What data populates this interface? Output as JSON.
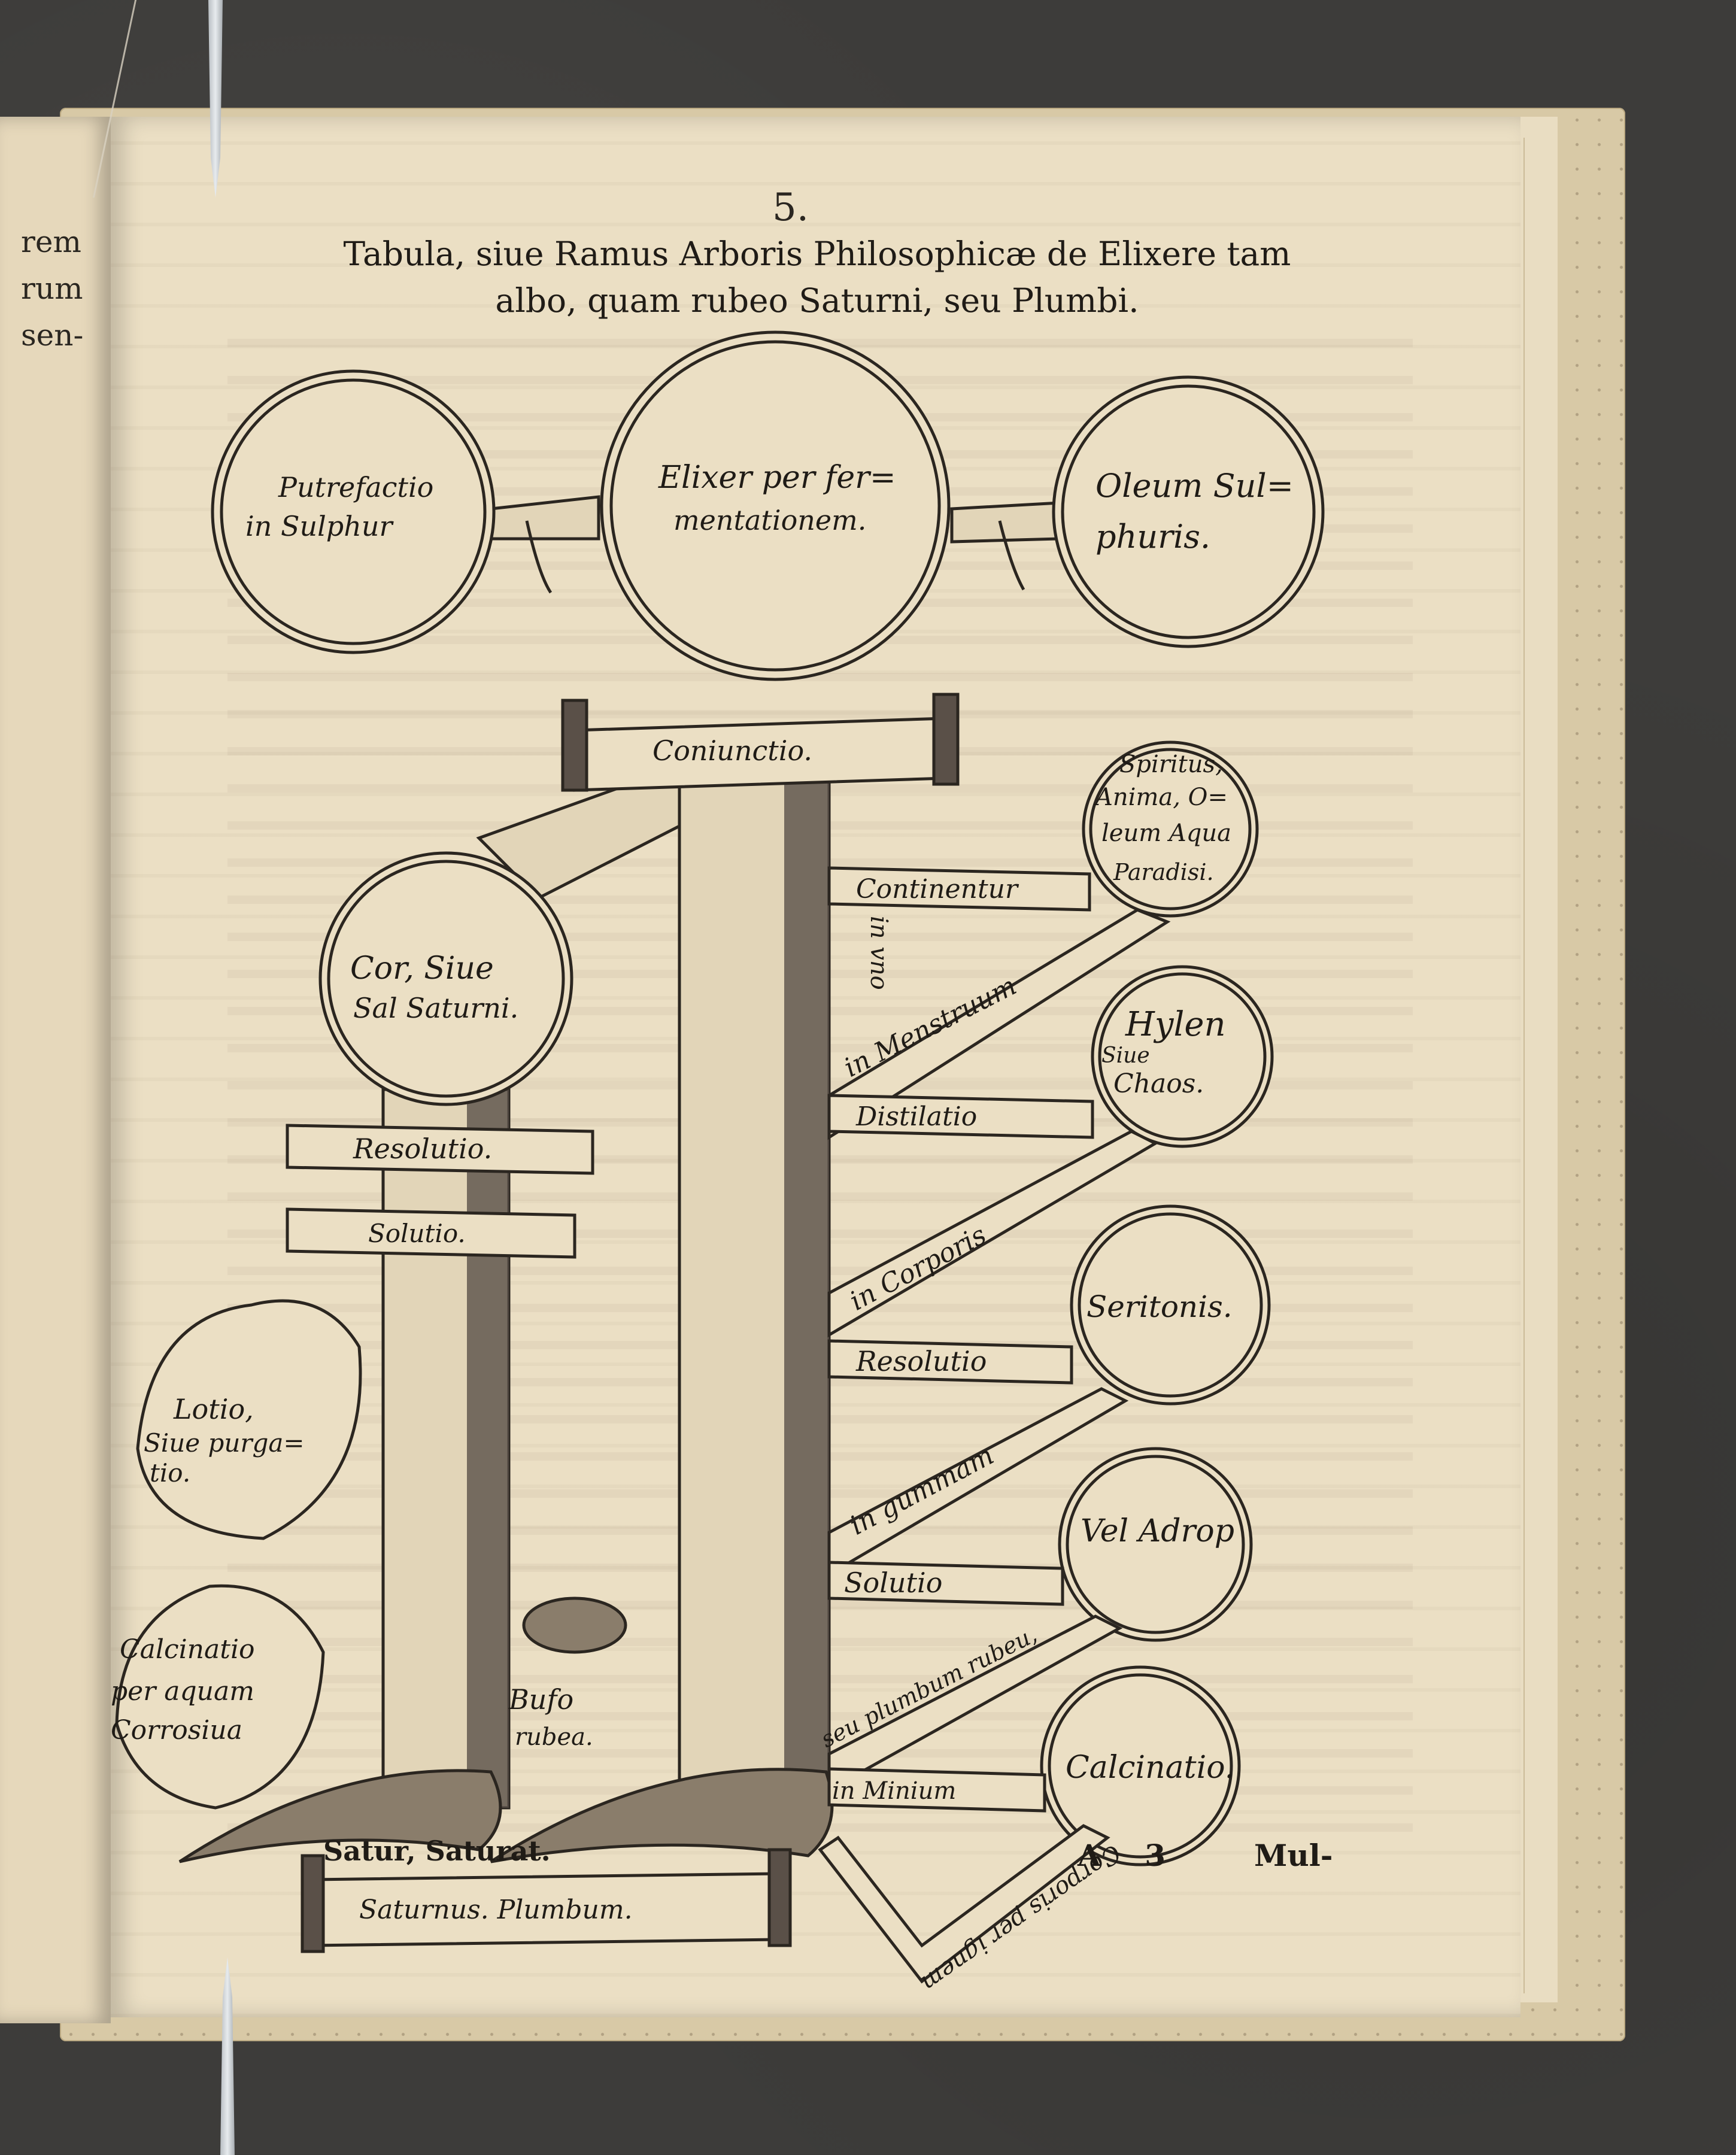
{
  "left_page": {
    "lines": [
      "rem",
      "rum",
      "sen-"
    ]
  },
  "page": {
    "number": "5.",
    "title_line1": "Tabula, siue Ramus Arboris Philosophicæ de Elixere tam",
    "title_line2": "albo, quam rubeo Saturni, seu Plumbi."
  },
  "diagram": {
    "top_circles": {
      "left": [
        "Putrefactio",
        "in Sulphur"
      ],
      "center": [
        "Elixer per fer=",
        "mentationem."
      ],
      "right": [
        "Oleum Sul=",
        "phuris."
      ]
    },
    "conjunctio": "Coniunctio.",
    "cor_circle": [
      "Cor, Siue",
      "Sal Saturni."
    ],
    "left_banners": {
      "resolutio": "Resolutio.",
      "solutio": "Solutio."
    },
    "hearts": {
      "upper": [
        "Lotio,",
        "Siue purga=",
        "tio."
      ],
      "lower": [
        "Calcinatio",
        "per aquam",
        "Corrosiua"
      ]
    },
    "toad_label": [
      "Bufo",
      "rubea."
    ],
    "right_circles": {
      "c1": [
        "Spiritus,",
        "Anima, O=",
        "leum Aqua",
        "Paradisi."
      ],
      "c2": [
        "Hylen",
        "Siue",
        "Chaos."
      ],
      "c3": [
        "Seritonis."
      ],
      "c4": [
        "Vel Adrop"
      ],
      "c5": [
        "Calcinatio."
      ]
    },
    "branches": {
      "continentur": "Continentur",
      "vno": "in vno",
      "menstruum": "in Menstruum",
      "distilatio": "Distilatio",
      "corporis": "in Corporis",
      "resolutio": "Resolutio",
      "gummam": "in gummam",
      "solutio": "Solutio",
      "plumbum": "seu plumbum rubeu,",
      "minium": "in Minium",
      "corporis_per_ignem": "Corporis per ignem"
    },
    "base_banner": "Saturnus. Plumbum."
  },
  "footer": {
    "left": "Satur, Saturat.",
    "signature": "A 3",
    "catchword": "Mul-"
  }
}
